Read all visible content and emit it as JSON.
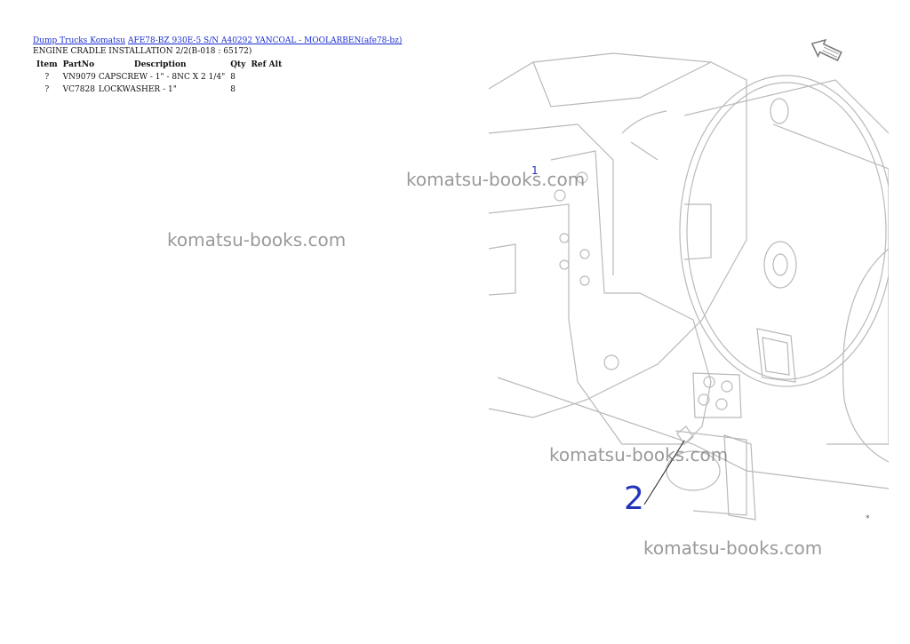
{
  "breadcrumb": {
    "link1": "Dump Trucks Komatsu",
    "link2": "AFE78-BZ 930E-5 S/N A40292 YANCOAL - MOOLARBEN(afe78-bz)"
  },
  "subtitle": "ENGINE CRADLE INSTALLATION 2/2(B-018 : 65172)",
  "table": {
    "headers": {
      "item": "Item",
      "partno": "PartNo",
      "description": "Description",
      "qty": "Qty",
      "refalt": "Ref Alt"
    },
    "rows": [
      {
        "item": "?",
        "partno": "VN9079",
        "description": "CAPSCREW - 1\" - 8NC X 2 1/4\"",
        "qty": "8"
      },
      {
        "item": "?",
        "partno": "VC7828",
        "description": "LOCKWASHER - 1\"",
        "qty": "8"
      }
    ]
  },
  "watermark": "komatsu-books.com",
  "diagram": {
    "callout_1": "1",
    "callout_2": "2",
    "corner_mark": "*",
    "line_color": "#b9b9b9",
    "callout_color": "#2233bb"
  }
}
